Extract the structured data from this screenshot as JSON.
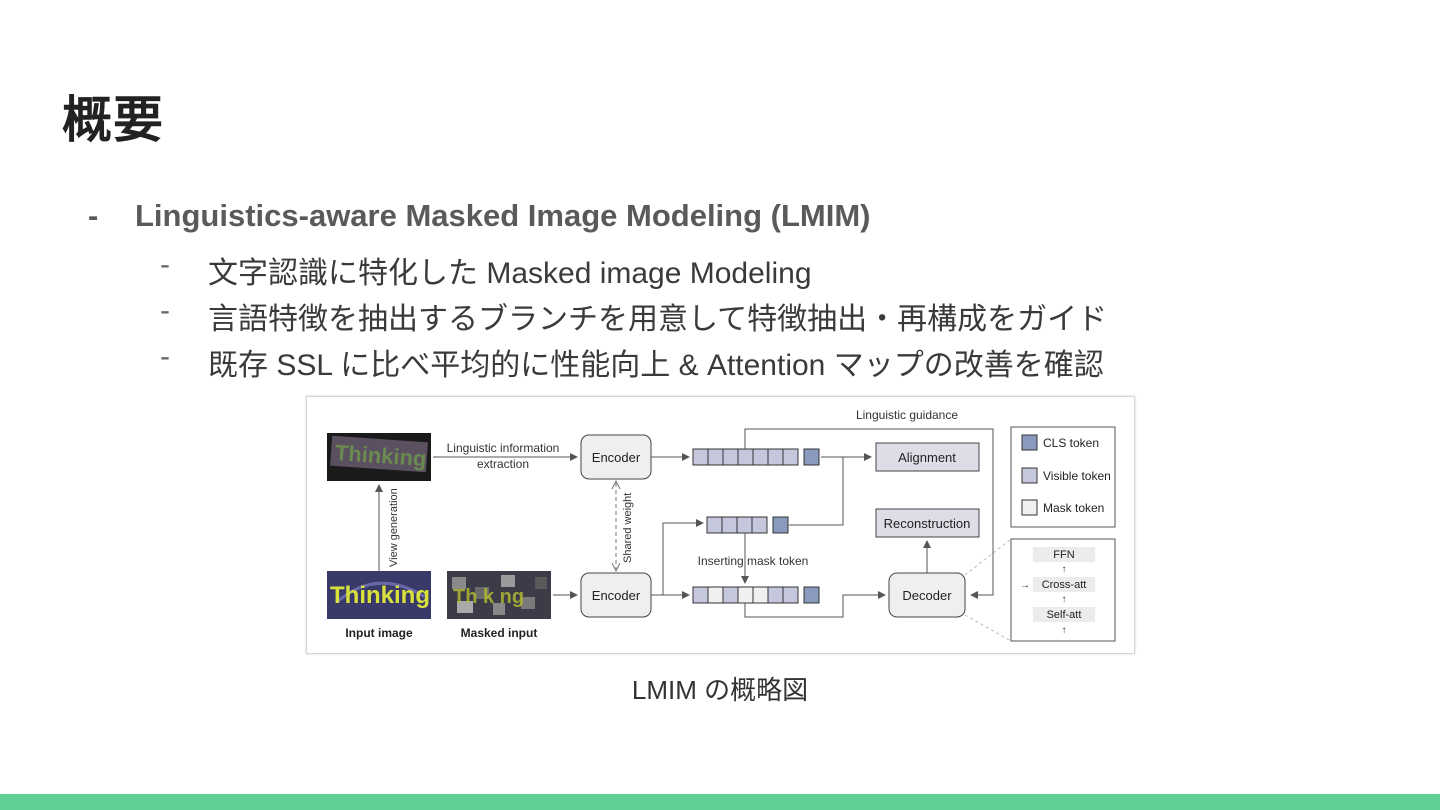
{
  "slide": {
    "title": "概要",
    "bullets": [
      {
        "text": "Linguistics-aware Masked Image Modeling (LMIM)"
      },
      {
        "text": "文字認識に特化した Masked image Modeling"
      },
      {
        "text": "言語特徴を抽出するブランチを用意して特徴抽出・再構成をガイド"
      },
      {
        "text": "既存 SSL に比べ平均的に性能向上 & Attention マップの改善を確認"
      }
    ],
    "dash": "-",
    "caption": "LMIM の概略図"
  },
  "diagram": {
    "encoder_top": "Encoder",
    "encoder_bottom": "Encoder",
    "decoder": "Decoder",
    "alignment": "Alignment",
    "reconstruction": "Reconstruction",
    "linguistic_info_1": "Linguistic information",
    "linguistic_info_2": "extraction",
    "linguistic_guidance": "Linguistic guidance",
    "shared_weight": "Shared weight",
    "view_generation": "View generation",
    "inserting_mask": "Inserting mask token",
    "input_image_label": "Input image",
    "masked_input_label": "Masked input",
    "image_word": "Thinking",
    "legend": {
      "cls": "CLS token",
      "visible": "Visible token",
      "mask": "Mask token"
    },
    "decoder_detail": {
      "ffn": "FFN",
      "cross": "Cross-att",
      "self": "Self-att"
    },
    "colors": {
      "cls": "#8a9abf",
      "visible": "#c5c7dc",
      "mask": "#f0f0f0",
      "box": "#efefef",
      "accent": "#5fcf96"
    }
  }
}
